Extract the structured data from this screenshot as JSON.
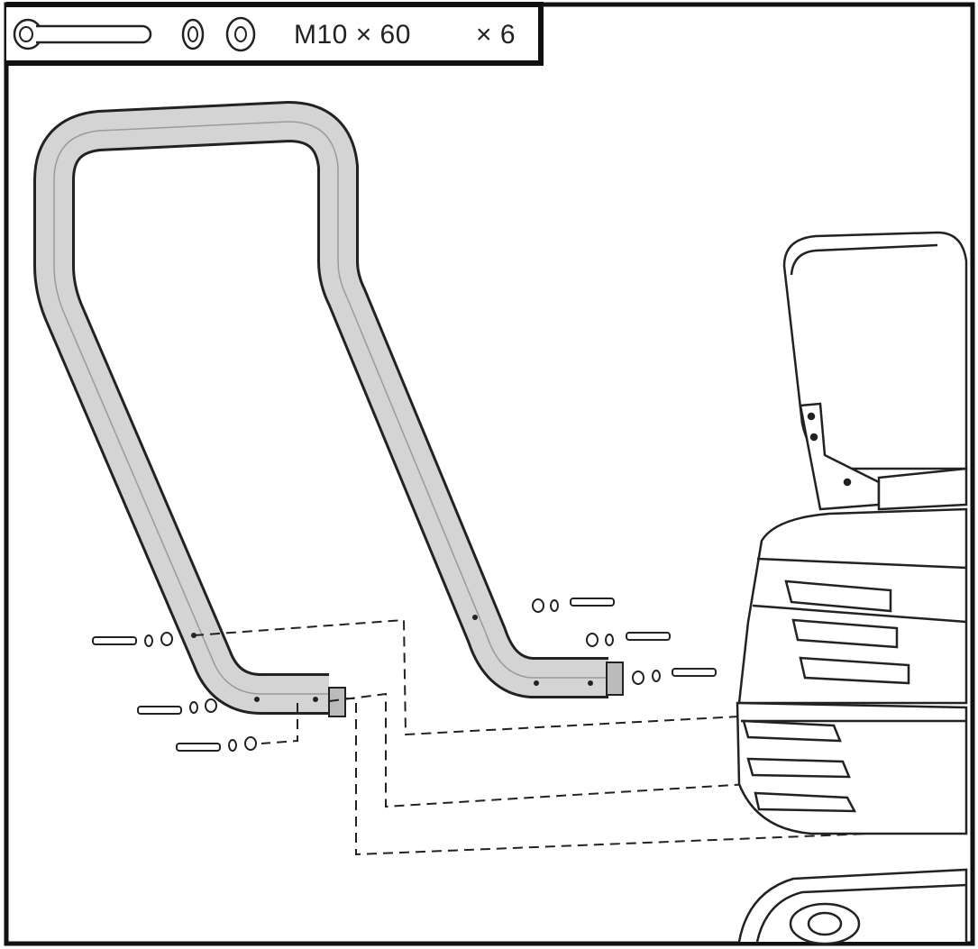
{
  "parts_box": {
    "spec": "M10 × 60",
    "quantity": "× 6",
    "items": [
      "bolt-icon",
      "spring-washer-icon",
      "flat-washer-icon"
    ]
  },
  "components": [
    "roll-bar-frame",
    "machine-seat",
    "machine-body",
    "track"
  ],
  "colors": {
    "line": "#111111",
    "tube_fill": "#d4d4d4",
    "tube_edge": "#9a9a9a"
  }
}
